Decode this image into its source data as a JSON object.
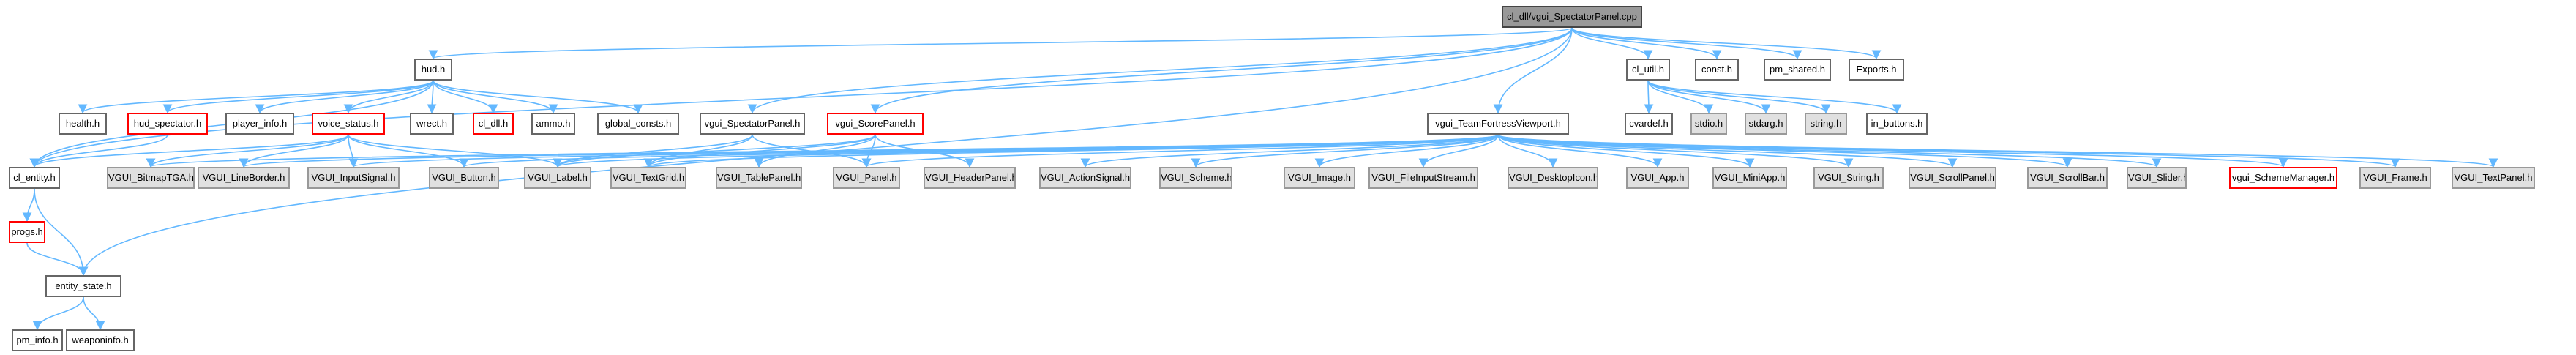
{
  "graph": {
    "edge_color": "#63b8ff",
    "nodes": [
      {
        "id": "root",
        "label": "cl_dll/vgui_SpectatorPanel.cpp",
        "style": "root"
      },
      {
        "id": "hud",
        "label": "hud.h",
        "style": "normal"
      },
      {
        "id": "cl_util",
        "label": "cl_util.h",
        "style": "normal"
      },
      {
        "id": "const",
        "label": "const.h",
        "style": "normal"
      },
      {
        "id": "pm_shared",
        "label": "pm_shared.h",
        "style": "normal"
      },
      {
        "id": "exports",
        "label": "Exports.h",
        "style": "normal"
      },
      {
        "id": "health",
        "label": "health.h",
        "style": "normal"
      },
      {
        "id": "hud_spectator",
        "label": "hud_spectator.h",
        "style": "red"
      },
      {
        "id": "player_info",
        "label": "player_info.h",
        "style": "normal"
      },
      {
        "id": "voice_status",
        "label": "voice_status.h",
        "style": "red"
      },
      {
        "id": "wrect",
        "label": "wrect.h",
        "style": "normal"
      },
      {
        "id": "cl_dll",
        "label": "cl_dll.h",
        "style": "red"
      },
      {
        "id": "ammo",
        "label": "ammo.h",
        "style": "normal"
      },
      {
        "id": "global_consts",
        "label": "global_consts.h",
        "style": "normal"
      },
      {
        "id": "vgui_spectatorpanel",
        "label": "vgui_SpectatorPanel.h",
        "style": "normal"
      },
      {
        "id": "vgui_scorepanel",
        "label": "vgui_ScorePanel.h",
        "style": "red"
      },
      {
        "id": "vgui_tfv",
        "label": "vgui_TeamFortressViewport.h",
        "style": "normal"
      },
      {
        "id": "cvardef",
        "label": "cvardef.h",
        "style": "normal"
      },
      {
        "id": "stdio",
        "label": "stdio.h",
        "style": "gray"
      },
      {
        "id": "stdarg",
        "label": "stdarg.h",
        "style": "gray"
      },
      {
        "id": "string",
        "label": "string.h",
        "style": "gray"
      },
      {
        "id": "in_buttons",
        "label": "in_buttons.h",
        "style": "normal"
      },
      {
        "id": "cl_entity",
        "label": "cl_entity.h",
        "style": "normal"
      },
      {
        "id": "bitmaptga",
        "label": "VGUI_BitmapTGA.h",
        "style": "gray"
      },
      {
        "id": "lineborder",
        "label": "VGUI_LineBorder.h",
        "style": "gray"
      },
      {
        "id": "inputsignal",
        "label": "VGUI_InputSignal.h",
        "style": "gray"
      },
      {
        "id": "button",
        "label": "VGUI_Button.h",
        "style": "gray"
      },
      {
        "id": "label",
        "label": "VGUI_Label.h",
        "style": "gray"
      },
      {
        "id": "textgrid",
        "label": "VGUI_TextGrid.h",
        "style": "gray"
      },
      {
        "id": "tablepanel",
        "label": "VGUI_TablePanel.h",
        "style": "gray"
      },
      {
        "id": "panel",
        "label": "VGUI_Panel.h",
        "style": "gray"
      },
      {
        "id": "headerpanel",
        "label": "VGUI_HeaderPanel.h",
        "style": "gray"
      },
      {
        "id": "actionsignal",
        "label": "VGUI_ActionSignal.h",
        "style": "gray"
      },
      {
        "id": "scheme",
        "label": "VGUI_Scheme.h",
        "style": "gray"
      },
      {
        "id": "image",
        "label": "VGUI_Image.h",
        "style": "gray"
      },
      {
        "id": "fileinputstream",
        "label": "VGUI_FileInputStream.h",
        "style": "gray"
      },
      {
        "id": "desktopicon",
        "label": "VGUI_DesktopIcon.h",
        "style": "gray"
      },
      {
        "id": "app",
        "label": "VGUI_App.h",
        "style": "gray"
      },
      {
        "id": "miniapp",
        "label": "VGUI_MiniApp.h",
        "style": "gray"
      },
      {
        "id": "vstring",
        "label": "VGUI_String.h",
        "style": "gray"
      },
      {
        "id": "scrollpanel",
        "label": "VGUI_ScrollPanel.h",
        "style": "gray"
      },
      {
        "id": "scrollbar",
        "label": "VGUI_ScrollBar.h",
        "style": "gray"
      },
      {
        "id": "slider",
        "label": "VGUI_Slider.h",
        "style": "gray"
      },
      {
        "id": "schememanager",
        "label": "vgui_SchemeManager.h",
        "style": "red"
      },
      {
        "id": "frame",
        "label": "VGUI_Frame.h",
        "style": "gray"
      },
      {
        "id": "textpanel",
        "label": "VGUI_TextPanel.h",
        "style": "gray"
      },
      {
        "id": "progs",
        "label": "progs.h",
        "style": "red"
      },
      {
        "id": "entity_state",
        "label": "entity_state.h",
        "style": "normal"
      },
      {
        "id": "pm_info",
        "label": "pm_info.h",
        "style": "normal"
      },
      {
        "id": "weaponinfo",
        "label": "weaponinfo.h",
        "style": "normal"
      }
    ],
    "edges": [
      [
        "root",
        "hud"
      ],
      [
        "root",
        "cl_util"
      ],
      [
        "root",
        "const"
      ],
      [
        "root",
        "pm_shared"
      ],
      [
        "root",
        "exports"
      ],
      [
        "root",
        "vgui_spectatorpanel"
      ],
      [
        "root",
        "vgui_scorepanel"
      ],
      [
        "root",
        "vgui_tfv"
      ],
      [
        "root",
        "cl_entity"
      ],
      [
        "root",
        "entity_state"
      ],
      [
        "hud",
        "health"
      ],
      [
        "hud",
        "hud_spectator"
      ],
      [
        "hud",
        "player_info"
      ],
      [
        "hud",
        "voice_status"
      ],
      [
        "hud",
        "wrect"
      ],
      [
        "hud",
        "cl_dll"
      ],
      [
        "hud",
        "ammo"
      ],
      [
        "hud",
        "global_consts"
      ],
      [
        "hud",
        "cl_entity"
      ],
      [
        "hud_spectator",
        "cl_entity"
      ],
      [
        "voice_status",
        "cl_entity"
      ],
      [
        "voice_status",
        "bitmaptga"
      ],
      [
        "voice_status",
        "lineborder"
      ],
      [
        "voice_status",
        "inputsignal"
      ],
      [
        "voice_status",
        "button"
      ],
      [
        "voice_status",
        "label"
      ],
      [
        "cl_util",
        "cvardef"
      ],
      [
        "cl_util",
        "stdio"
      ],
      [
        "cl_util",
        "stdarg"
      ],
      [
        "cl_util",
        "string"
      ],
      [
        "cl_util",
        "in_buttons"
      ],
      [
        "vgui_spectatorpanel",
        "label"
      ],
      [
        "vgui_spectatorpanel",
        "panel"
      ],
      [
        "vgui_spectatorpanel",
        "textgrid"
      ],
      [
        "vgui_scorepanel",
        "label"
      ],
      [
        "vgui_scorepanel",
        "textgrid"
      ],
      [
        "vgui_scorepanel",
        "tablepanel"
      ],
      [
        "vgui_scorepanel",
        "panel"
      ],
      [
        "vgui_scorepanel",
        "headerpanel"
      ],
      [
        "vgui_tfv",
        "bitmaptga"
      ],
      [
        "vgui_tfv",
        "lineborder"
      ],
      [
        "vgui_tfv",
        "inputsignal"
      ],
      [
        "vgui_tfv",
        "button"
      ],
      [
        "vgui_tfv",
        "label"
      ],
      [
        "vgui_tfv",
        "textgrid"
      ],
      [
        "vgui_tfv",
        "panel"
      ],
      [
        "vgui_tfv",
        "actionsignal"
      ],
      [
        "vgui_tfv",
        "scheme"
      ],
      [
        "vgui_tfv",
        "image"
      ],
      [
        "vgui_tfv",
        "fileinputstream"
      ],
      [
        "vgui_tfv",
        "desktopicon"
      ],
      [
        "vgui_tfv",
        "app"
      ],
      [
        "vgui_tfv",
        "miniapp"
      ],
      [
        "vgui_tfv",
        "vstring"
      ],
      [
        "vgui_tfv",
        "scrollpanel"
      ],
      [
        "vgui_tfv",
        "scrollbar"
      ],
      [
        "vgui_tfv",
        "slider"
      ],
      [
        "vgui_tfv",
        "schememanager"
      ],
      [
        "vgui_tfv",
        "frame"
      ],
      [
        "vgui_tfv",
        "textpanel"
      ],
      [
        "cl_entity",
        "progs"
      ],
      [
        "cl_entity",
        "entity_state"
      ],
      [
        "progs",
        "entity_state"
      ],
      [
        "entity_state",
        "pm_info"
      ],
      [
        "entity_state",
        "weaponinfo"
      ]
    ]
  }
}
